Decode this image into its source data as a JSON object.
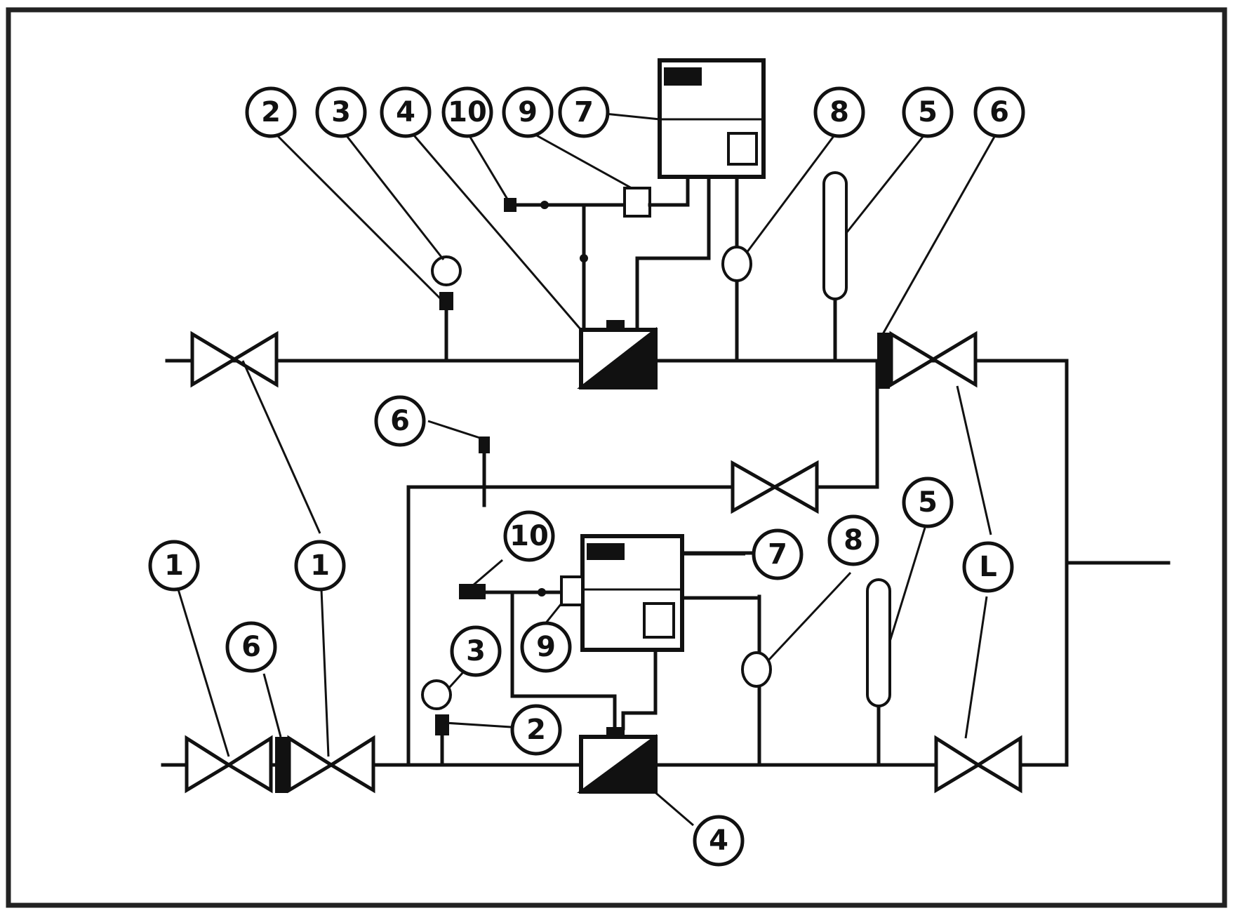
{
  "diagram": {
    "callouts": {
      "c2_top": "2",
      "c3_top": "3",
      "c4_top": "4",
      "c10_top": "10",
      "c9_top": "9",
      "c7_top": "7",
      "c8_top": "8",
      "c5_top": "5",
      "c6_top": "6",
      "c6_mid": "6",
      "c10_bot": "10",
      "c7_bot": "7",
      "c8_bot": "8",
      "c5_bot": "5",
      "c1_left": "1",
      "c1_right": "1",
      "c6_bot": "6",
      "c3_bot": "3",
      "c9_bot": "9",
      "c2_bot": "2",
      "c4_bot": "4",
      "cL": "L"
    }
  }
}
